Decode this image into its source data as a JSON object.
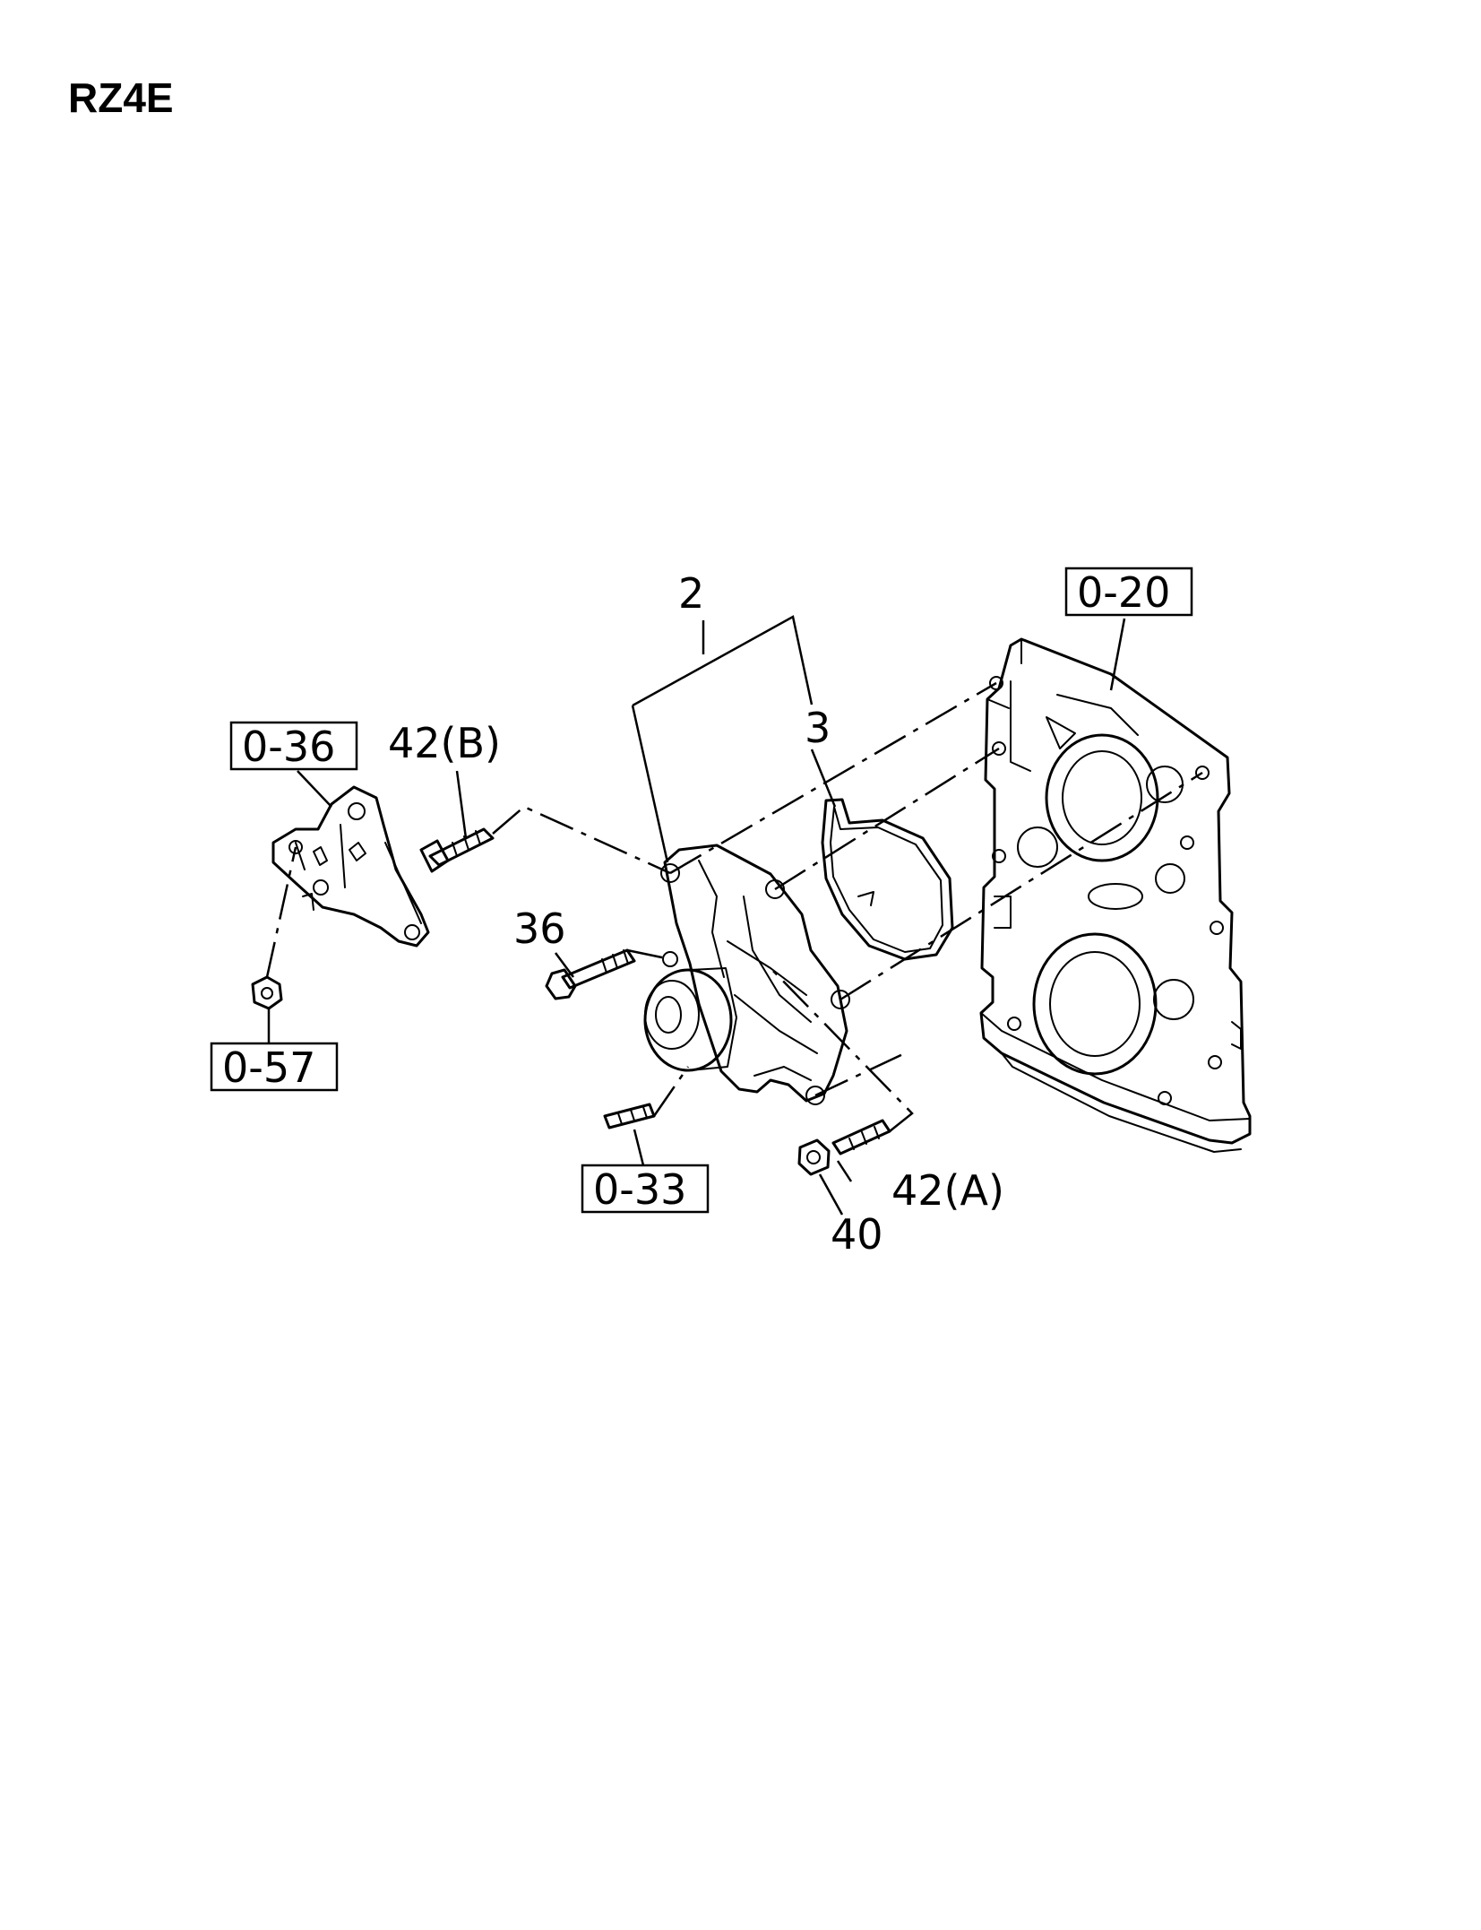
{
  "page_code": "RZ4E",
  "labels": {
    "part_2": "2",
    "part_3": "3",
    "part_36": "36",
    "part_40": "40",
    "part_42a": "42(A)",
    "part_42b": "42(B)"
  },
  "references": {
    "ref_0_20": "0-20",
    "ref_0_33": "0-33",
    "ref_0_36": "0-36",
    "ref_0_57": "0-57"
  }
}
